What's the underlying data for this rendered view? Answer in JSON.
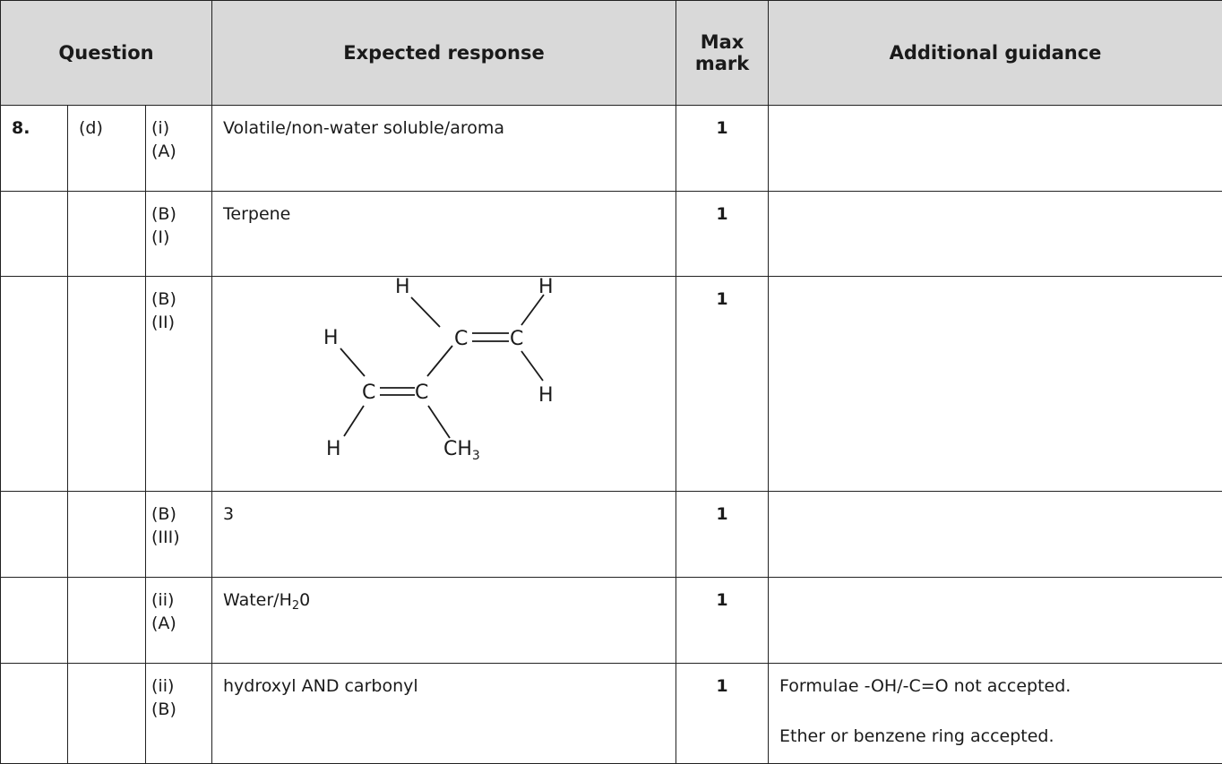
{
  "header": {
    "question": "Question",
    "expected_response": "Expected response",
    "max_mark_line1": "Max",
    "max_mark_line2": "mark",
    "additional_guidance": "Additional guidance"
  },
  "rows": [
    {
      "q": "8.",
      "part": "(d)",
      "sub1": "(i)",
      "sub2": "(A)",
      "response": "Volatile/non-water soluble/aroma",
      "mark": "1",
      "guidance": ""
    },
    {
      "q": "",
      "part": "",
      "sub1": "(B)",
      "sub2": "(I)",
      "response": "Terpene",
      "mark": "1",
      "guidance": ""
    },
    {
      "q": "",
      "part": "",
      "sub1": "(B)",
      "sub2": "(II)",
      "response": "",
      "mark": "1",
      "guidance": "",
      "structure": {
        "atoms": [
          "H",
          "H",
          "H",
          "C",
          "C",
          "C",
          "C",
          "H",
          "H",
          "CH",
          "3"
        ]
      }
    },
    {
      "q": "",
      "part": "",
      "sub1": "(B)",
      "sub2": "(III)",
      "response": "3",
      "mark": "1",
      "guidance": ""
    },
    {
      "q": "",
      "part": "",
      "sub1": "(ii)",
      "sub2": "(A)",
      "response_pre": "Water/H",
      "response_sub": "2",
      "response_post": "0",
      "mark": "1",
      "guidance": ""
    },
    {
      "q": "",
      "part": "",
      "sub1": "(ii)",
      "sub2": "(B)",
      "response": "hydroxyl AND carbonyl",
      "mark": "1",
      "guidance_line1": "Formulae -OH/-C=O not accepted.",
      "guidance_line2": "Ether or benzene ring accepted."
    }
  ]
}
